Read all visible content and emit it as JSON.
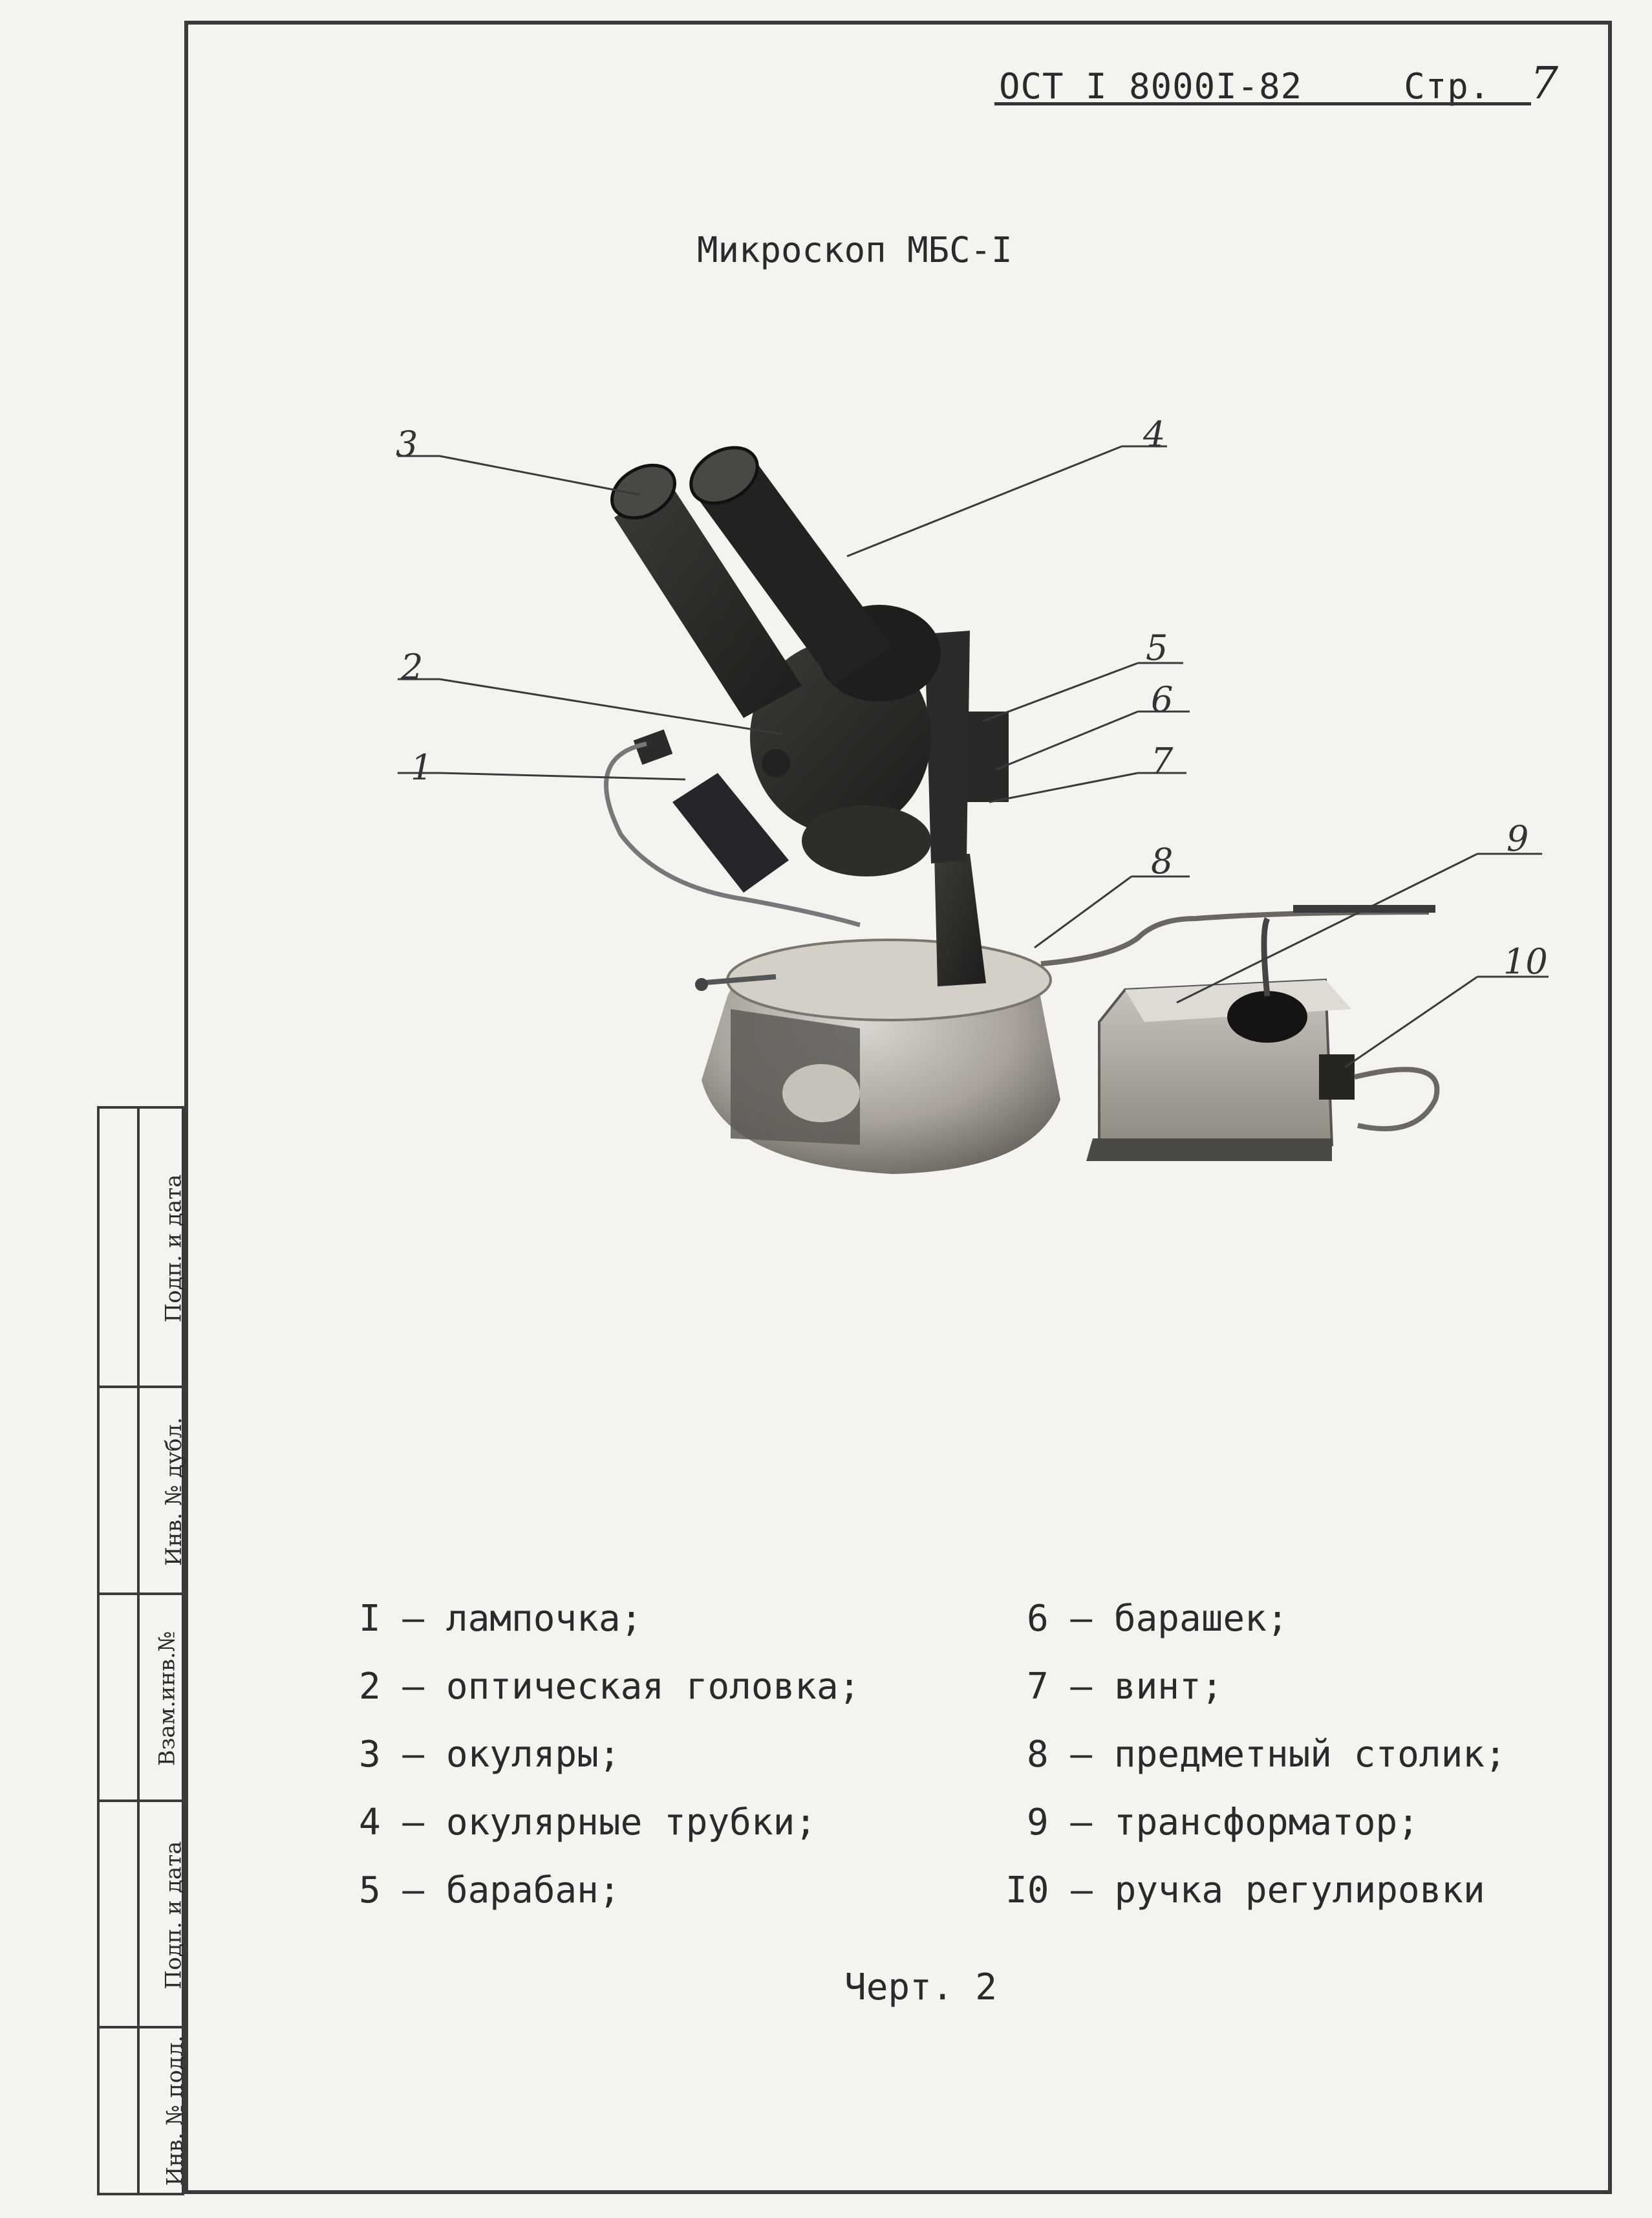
{
  "header": {
    "code": "ОСТ I 8000I-82",
    "page_label": "Стр.",
    "page_number": "7"
  },
  "title": "Микроскоп МБС-I",
  "callouts": [
    "1",
    "2",
    "3",
    "4",
    "5",
    "6",
    "7",
    "8",
    "9",
    "10"
  ],
  "legend_left": [
    "I – лампочка;",
    "2 – оптическая головка;",
    "3 – окуляры;",
    "4 – окулярные трубки;",
    "5 – барабан;"
  ],
  "legend_right": [
    "6 – барашек;",
    "7 – винт;",
    "8 – предметный столик;",
    "9 – трансформатор;",
    "I0 – ручка регулировки"
  ],
  "caption": "Черт. 2",
  "stamp": [
    "Инв. № подл.",
    "Подп. и дата",
    "Взам.инв.№",
    "Инв. № дубл.",
    "Подп. и дата"
  ]
}
